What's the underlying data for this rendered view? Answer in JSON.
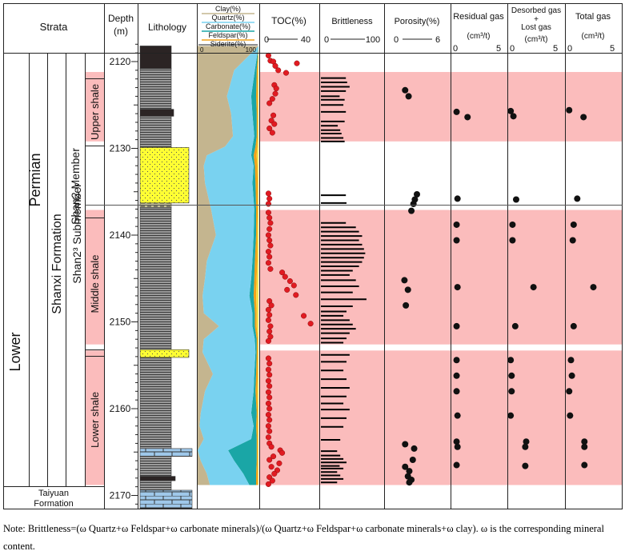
{
  "header": {
    "strata": "Strata",
    "depth_line1": "Depth",
    "depth_line2": "(m)",
    "lithology": "Lithology",
    "mineral_labels": [
      "Clay(%)",
      "Quartz(%)",
      "Carbonate(%)",
      "Feldspar(%)",
      "Siderite(%)"
    ],
    "mineral_scale": [
      "0",
      "100"
    ],
    "toc": {
      "title": "TOC(%)",
      "min": "0",
      "max": "40"
    },
    "brittleness": {
      "title": "Brittleness",
      "min": "0",
      "max": "100"
    },
    "porosity": {
      "title": "Porosity(%)",
      "min": "0",
      "max": "6"
    },
    "residual": {
      "title": "Residual gas",
      "unit": "(cm³/t)",
      "min": "0",
      "max": "5"
    },
    "desorbed": {
      "title1": "Desorbed gas",
      "plus": "+",
      "title2": "Lost gas",
      "unit": "(cm³/t)",
      "min": "0",
      "max": "5"
    },
    "total": {
      "title": "Total  gas",
      "unit": "(cm³/t)",
      "min": "0",
      "max": "5"
    }
  },
  "strata": {
    "system": "Permian",
    "series": "Lower",
    "formation": "Shanxi  Formation",
    "member": "Shan2  Member",
    "submember": "Shan2³  Submember",
    "units": [
      "Upper shale",
      "Middle  shale",
      "Lower shale"
    ],
    "taiyuan_line1": "Taiyuan",
    "taiyuan_line2": "Formation"
  },
  "colors": {
    "shale_band": "#fbbcbc",
    "clay": "#c4b58f",
    "quartz": "#79d2f0",
    "carbonate": "#1aa6a6",
    "feldspar": "#f2a21a",
    "siderite": "#f4e04a",
    "toc_dot": "#e11b22",
    "dot": "#111111"
  },
  "chart_data": {
    "type": "scatter",
    "depth_unit": "m",
    "depth_range": [
      2118,
      2172
    ],
    "depth_ticks": [
      2120,
      2130,
      2140,
      2150,
      2160,
      2170
    ],
    "shale_intervals": [
      {
        "name": "Upper shale",
        "top": 2121.2,
        "bottom": 2129.2
      },
      {
        "name": "Middle  shale",
        "top": 2137.1,
        "bottom": 2152.6
      },
      {
        "name": "Lower shale",
        "top": 2153.3,
        "bottom": 2168.8
      }
    ],
    "toc": {
      "unit": "%",
      "range": [
        0,
        40
      ],
      "points": [
        [
          2119.3,
          2
        ],
        [
          2119.9,
          4
        ],
        [
          2120.0,
          7
        ],
        [
          2120.2,
          31
        ],
        [
          2120.5,
          9
        ],
        [
          2121.3,
          20
        ],
        [
          2121.0,
          12
        ],
        [
          2122.7,
          8
        ],
        [
          2123.1,
          10
        ],
        [
          2123.7,
          9
        ],
        [
          2124.3,
          6
        ],
        [
          2124.8,
          3
        ],
        [
          2126.2,
          7
        ],
        [
          2126.8,
          5
        ],
        [
          2127.2,
          8
        ],
        [
          2127.7,
          3
        ],
        [
          2128.2,
          6
        ],
        [
          2135.2,
          2
        ],
        [
          2135.8,
          3
        ],
        [
          2136.4,
          2
        ],
        [
          2137.4,
          2
        ],
        [
          2138.0,
          3
        ],
        [
          2138.6,
          4
        ],
        [
          2139.3,
          3
        ],
        [
          2140.0,
          2
        ],
        [
          2140.6,
          3
        ],
        [
          2141.2,
          4
        ],
        [
          2141.9,
          2
        ],
        [
          2142.5,
          3
        ],
        [
          2143.2,
          2
        ],
        [
          2143.9,
          4
        ],
        [
          2144.3,
          16
        ],
        [
          2144.8,
          19
        ],
        [
          2145.3,
          24
        ],
        [
          2145.8,
          28
        ],
        [
          2146.3,
          21
        ],
        [
          2146.9,
          30
        ],
        [
          2147.6,
          3
        ],
        [
          2148.1,
          5
        ],
        [
          2148.6,
          2
        ],
        [
          2149.2,
          3
        ],
        [
          2149.3,
          38
        ],
        [
          2149.8,
          2
        ],
        [
          2150.2,
          45
        ],
        [
          2150.5,
          4
        ],
        [
          2151.1,
          3
        ],
        [
          2151.7,
          4
        ],
        [
          2152.2,
          2
        ],
        [
          2154.2,
          2
        ],
        [
          2154.8,
          3
        ],
        [
          2155.5,
          2
        ],
        [
          2156.1,
          3
        ],
        [
          2156.8,
          2
        ],
        [
          2157.4,
          3
        ],
        [
          2158.1,
          2
        ],
        [
          2158.7,
          3
        ],
        [
          2159.4,
          2
        ],
        [
          2160.0,
          3
        ],
        [
          2160.7,
          2
        ],
        [
          2161.3,
          3
        ],
        [
          2162.0,
          2
        ],
        [
          2162.6,
          3
        ],
        [
          2163.3,
          2
        ],
        [
          2164.0,
          3
        ],
        [
          2164.4,
          5
        ],
        [
          2164.8,
          14
        ],
        [
          2165.1,
          16
        ],
        [
          2165.5,
          7
        ],
        [
          2165.9,
          3
        ],
        [
          2166.3,
          13
        ],
        [
          2166.7,
          5
        ],
        [
          2167.1,
          11
        ],
        [
          2167.5,
          8
        ],
        [
          2167.9,
          3
        ],
        [
          2168.3,
          6
        ],
        [
          2168.7,
          2
        ]
      ]
    },
    "brittleness": {
      "unit": "%",
      "range": [
        0,
        100
      ],
      "points": [
        [
          2121.9,
          40
        ],
        [
          2122.4,
          42
        ],
        [
          2122.9,
          46
        ],
        [
          2123.4,
          40
        ],
        [
          2124.0,
          30
        ],
        [
          2124.4,
          38
        ],
        [
          2125.0,
          36
        ],
        [
          2125.8,
          40
        ],
        [
          2126.9,
          38
        ],
        [
          2127.4,
          27
        ],
        [
          2127.9,
          31
        ],
        [
          2128.3,
          33
        ],
        [
          2128.8,
          36
        ],
        [
          2129.2,
          38
        ],
        [
          2135.4,
          40
        ],
        [
          2136.3,
          41
        ],
        [
          2138.6,
          40
        ],
        [
          2139.1,
          56
        ],
        [
          2139.6,
          61
        ],
        [
          2140.1,
          66
        ],
        [
          2140.6,
          61
        ],
        [
          2141.1,
          66
        ],
        [
          2141.6,
          69
        ],
        [
          2142.1,
          71
        ],
        [
          2142.6,
          69
        ],
        [
          2143.1,
          66
        ],
        [
          2143.6,
          61
        ],
        [
          2144.1,
          51
        ],
        [
          2144.6,
          46
        ],
        [
          2145.2,
          56
        ],
        [
          2145.9,
          61
        ],
        [
          2146.6,
          51
        ],
        [
          2147.4,
          73
        ],
        [
          2148.2,
          51
        ],
        [
          2148.8,
          41
        ],
        [
          2149.3,
          36
        ],
        [
          2149.8,
          46
        ],
        [
          2150.3,
          51
        ],
        [
          2150.8,
          56
        ],
        [
          2151.3,
          46
        ],
        [
          2151.9,
          41
        ],
        [
          2152.4,
          36
        ],
        [
          2153.8,
          46
        ],
        [
          2154.6,
          41
        ],
        [
          2155.6,
          36
        ],
        [
          2156.6,
          41
        ],
        [
          2157.6,
          46
        ],
        [
          2158.6,
          41
        ],
        [
          2159.4,
          36
        ],
        [
          2160.1,
          46
        ],
        [
          2161.1,
          41
        ],
        [
          2162.1,
          36
        ],
        [
          2163.6,
          31
        ],
        [
          2164.9,
          26
        ],
        [
          2165.4,
          31
        ],
        [
          2165.8,
          36
        ],
        [
          2166.2,
          41
        ],
        [
          2166.6,
          30
        ],
        [
          2166.9,
          36
        ],
        [
          2167.3,
          26
        ],
        [
          2167.7,
          31
        ],
        [
          2168.1,
          36
        ],
        [
          2168.5,
          26
        ]
      ]
    },
    "porosity": {
      "unit": "%",
      "range": [
        0,
        6
      ],
      "points": [
        [
          2123.3,
          1.3
        ],
        [
          2124.0,
          1.8
        ],
        [
          2135.3,
          3.0
        ],
        [
          2135.9,
          2.7
        ],
        [
          2136.4,
          2.5
        ],
        [
          2137.2,
          2.2
        ],
        [
          2145.2,
          1.2
        ],
        [
          2146.3,
          1.7
        ],
        [
          2148.1,
          1.4
        ],
        [
          2164.1,
          1.3
        ],
        [
          2164.6,
          2.6
        ],
        [
          2165.9,
          2.4
        ],
        [
          2166.7,
          1.3
        ],
        [
          2167.2,
          1.9
        ],
        [
          2167.8,
          1.7
        ],
        [
          2168.2,
          2.2
        ],
        [
          2168.5,
          1.9
        ]
      ]
    },
    "residual_gas": {
      "unit": "cm³/t",
      "range": [
        0,
        5
      ],
      "points": [
        [
          2125.8,
          0.4
        ],
        [
          2126.4,
          1.6
        ],
        [
          2135.8,
          0.5
        ],
        [
          2138.8,
          0.4
        ],
        [
          2140.6,
          0.4
        ],
        [
          2146.0,
          0.5
        ],
        [
          2150.5,
          0.4
        ],
        [
          2154.4,
          0.4
        ],
        [
          2156.2,
          0.4
        ],
        [
          2158.0,
          0.4
        ],
        [
          2160.8,
          0.5
        ],
        [
          2163.8,
          0.4
        ],
        [
          2164.4,
          0.5
        ],
        [
          2166.5,
          0.4
        ]
      ]
    },
    "desorbed_lost_gas": {
      "unit": "cm³/t",
      "range": [
        0,
        5
      ],
      "points": [
        [
          2125.7,
          0.1
        ],
        [
          2126.3,
          0.4
        ],
        [
          2135.9,
          0.7
        ],
        [
          2138.8,
          0.3
        ],
        [
          2140.6,
          0.3
        ],
        [
          2146.0,
          2.6
        ],
        [
          2150.5,
          0.6
        ],
        [
          2154.4,
          0.1
        ],
        [
          2156.2,
          0.2
        ],
        [
          2158.0,
          0.2
        ],
        [
          2160.8,
          0.1
        ],
        [
          2163.8,
          1.8
        ],
        [
          2164.4,
          1.7
        ],
        [
          2166.6,
          1.7
        ]
      ]
    },
    "total_gas": {
      "unit": "cm³/t",
      "range": [
        0,
        5
      ],
      "points": [
        [
          2125.6,
          0.2
        ],
        [
          2126.4,
          1.8
        ],
        [
          2135.8,
          1.1
        ],
        [
          2138.8,
          0.7
        ],
        [
          2140.6,
          0.6
        ],
        [
          2146.0,
          2.9
        ],
        [
          2150.5,
          0.7
        ],
        [
          2154.4,
          0.4
        ],
        [
          2156.2,
          0.5
        ],
        [
          2158.0,
          0.2
        ],
        [
          2160.8,
          0.3
        ],
        [
          2163.8,
          1.9
        ],
        [
          2164.4,
          1.9
        ],
        [
          2166.5,
          1.9
        ]
      ]
    },
    "minerals_cumulative": {
      "unit": "%",
      "depth": [
        2118.2,
        2121,
        2124,
        2126,
        2128.6,
        2129.8,
        2130.8,
        2132,
        2134,
        2137,
        2140,
        2143,
        2145,
        2147,
        2149,
        2150.5,
        2152,
        2153.5,
        2156,
        2158,
        2160.5,
        2162,
        2163.5,
        2164.8,
        2166,
        2167.5,
        2168.8
      ],
      "clay": [
        100,
        60,
        48,
        55,
        58,
        45,
        15,
        10,
        12,
        22,
        30,
        15,
        12,
        8,
        10,
        35,
        10,
        8,
        25,
        12,
        5,
        3,
        10,
        0,
        5,
        15,
        20
      ],
      "quartz": [
        100,
        94,
        88,
        90,
        93,
        90,
        88,
        92,
        90,
        93,
        92,
        90,
        88,
        85,
        90,
        90,
        94,
        95,
        93,
        92,
        88,
        92,
        88,
        50,
        60,
        75,
        85
      ],
      "carbonate": [
        100,
        97,
        96,
        97,
        97,
        95,
        92,
        94,
        95,
        96,
        96,
        94,
        93,
        92,
        94,
        94,
        97,
        97,
        96,
        95,
        97,
        96,
        97,
        97,
        97,
        96,
        96
      ],
      "feldspar": [
        100,
        99,
        99,
        99,
        99,
        98,
        97,
        98,
        99,
        99,
        98,
        98,
        97,
        96,
        97,
        97,
        99,
        99,
        99,
        98,
        99,
        99,
        99,
        99,
        99,
        99,
        99
      ]
    },
    "lithology_layers": [
      {
        "top": 2118.2,
        "bottom": 2120.8,
        "type": "dark shale"
      },
      {
        "top": 2120.8,
        "bottom": 2125.5,
        "type": "shale"
      },
      {
        "top": 2125.5,
        "bottom": 2126.3,
        "type": "dark shale"
      },
      {
        "top": 2126.3,
        "bottom": 2129.9,
        "type": "shale"
      },
      {
        "top": 2129.9,
        "bottom": 2136.3,
        "type": "sandstone"
      },
      {
        "top": 2136.3,
        "bottom": 2136.8,
        "type": "siltstone"
      },
      {
        "top": 2136.8,
        "bottom": 2153.2,
        "type": "shale"
      },
      {
        "top": 2153.2,
        "bottom": 2154.1,
        "type": "sandstone"
      },
      {
        "top": 2154.1,
        "bottom": 2164.6,
        "type": "shale"
      },
      {
        "top": 2164.6,
        "bottom": 2165.5,
        "type": "limestone"
      },
      {
        "top": 2165.5,
        "bottom": 2167.8,
        "type": "shale"
      },
      {
        "top": 2167.8,
        "bottom": 2168.3,
        "type": "dark shale"
      },
      {
        "top": 2168.3,
        "bottom": 2169.4,
        "type": "shale"
      },
      {
        "top": 2169.4,
        "bottom": 2171.5,
        "type": "limestone"
      }
    ]
  },
  "note": "Note: Brittleness=(ω Quartz+ω Feldspar+ω carbonate minerals)/(ω Quartz+ω Feldspar+ω carbonate minerals+ω clay). ω is the corresponding mineral content."
}
